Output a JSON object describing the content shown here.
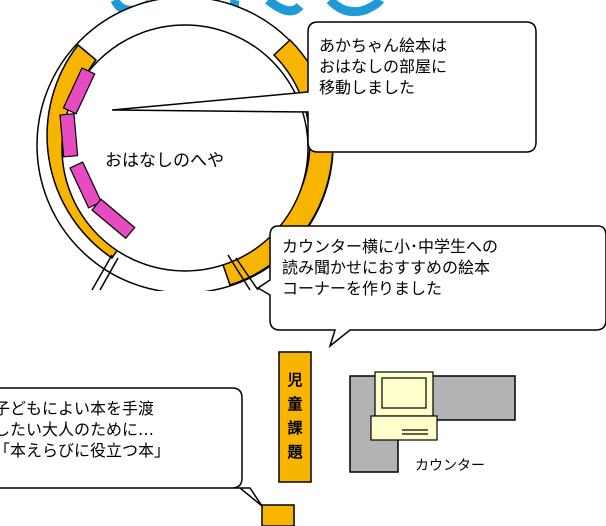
{
  "colors": {
    "title_blue": "#1E9BD7",
    "wall_orange": "#F7B500",
    "shelf_pink": "#E64CC0",
    "counter_gray": "#B3B3B3",
    "computer_yellow": "#FFFFCC",
    "outline": "#000000"
  },
  "room": {
    "label": "おはなしのへや"
  },
  "callouts": {
    "baby_books": "あかちゃん絵本は\nおはなしの部屋に\n移動しました",
    "counter_corner": "カウンター横に小･中学生への\n読み聞かせにおすすめの絵本\nコーナーを作りました",
    "adult_books": "子どもによい本を手渡\nしたい大人のために…\n「本えらびに役立つ本」"
  },
  "shelf_sign": {
    "label": "児\n童\n課\n題"
  },
  "counter": {
    "label": "カウンター"
  },
  "icons": [
    "computer-icon"
  ]
}
